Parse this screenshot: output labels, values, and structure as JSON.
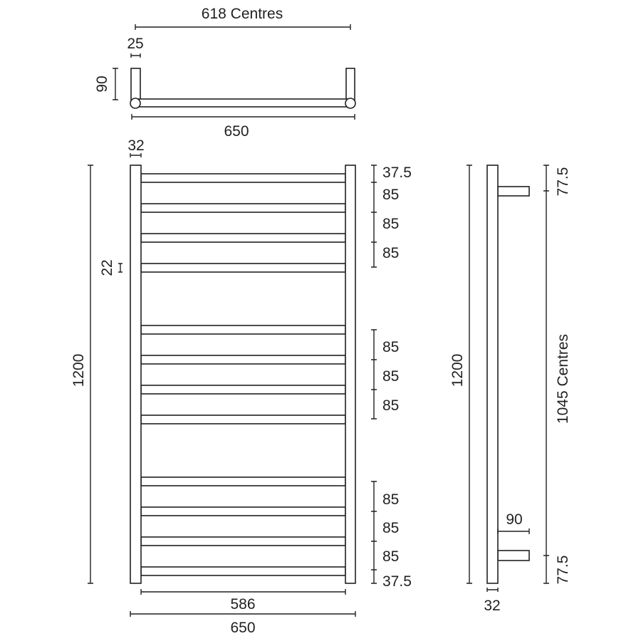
{
  "top_view": {
    "centres": "618 Centres",
    "rail_depth": "25",
    "standoff": "90",
    "width": "650"
  },
  "front_view": {
    "rail_width": "32",
    "height": "1200",
    "bar_height": "22",
    "spacings": [
      "37.5",
      "85",
      "85",
      "85",
      "85",
      "85",
      "85",
      "85",
      "85",
      "85",
      "37.5"
    ],
    "inner_width": "586",
    "width": "650"
  },
  "side_view": {
    "height": "1200",
    "top_offset": "77.5",
    "centres": "1045 Centres",
    "bottom_offset": "77.5",
    "standoff": "90",
    "rail_width": "32"
  },
  "colors": {
    "line": "#231f20",
    "background": "#ffffff"
  }
}
